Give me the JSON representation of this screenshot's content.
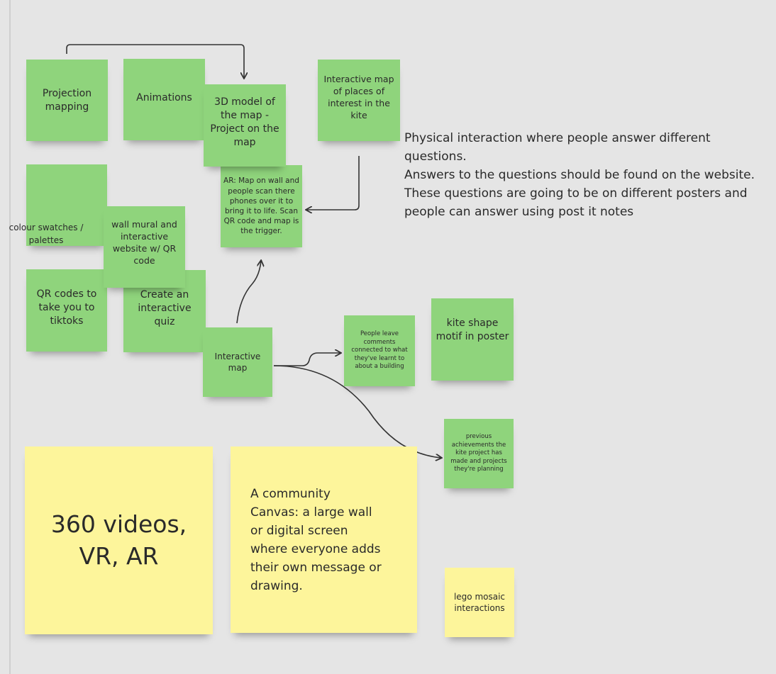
{
  "notes": {
    "projection": "Projection mapping",
    "animations": "Animations",
    "model3d": "3D model of the map - Project on the map",
    "interactive_places": "Interactive map of places of interest in the kite",
    "ar": "AR: Map on wall and people scan there phones over it to bring it to life. Scan QR code and map is the trigger.",
    "colour": "colour swatches / palettes",
    "wall_mural": "wall mural and interactive website w/ QR code",
    "qr_codes": "QR codes to take you to tiktoks",
    "quiz": "Create an interactive quiz",
    "interactive_map": "Interactive map",
    "comments": "People leave comments connected to what they've learnt to about a building",
    "kite_shape": "kite shape motif in poster",
    "achievements": "previous achievements the kite project has made and projects they're planning",
    "videos": "360 videos, VR, AR",
    "canvas": "A community Canvas: a large wall or digital screen where everyone adds their own message or drawing.",
    "lego": "lego mosaic interactions"
  },
  "text_block": "Physical interaction where people answer different questions.\nAnswers to the questions should be found on the website.\nThese questions are going to be on different posters and people can answer using post it notes",
  "colors": {
    "green": "#8fd47c",
    "yellow": "#fdf59b",
    "background": "#e5e5e5"
  }
}
